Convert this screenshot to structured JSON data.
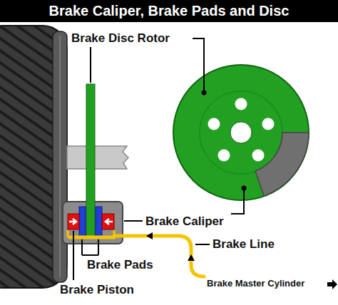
{
  "diagram": {
    "title": "Brake Caliper, Brake Pads and Disc",
    "labels": [
      "Brake Disc Rotor",
      "Brake Caliper",
      "Brake Line",
      "Brake Pads",
      "Brake Piston",
      "Brake Master Cylinder"
    ]
  }
}
